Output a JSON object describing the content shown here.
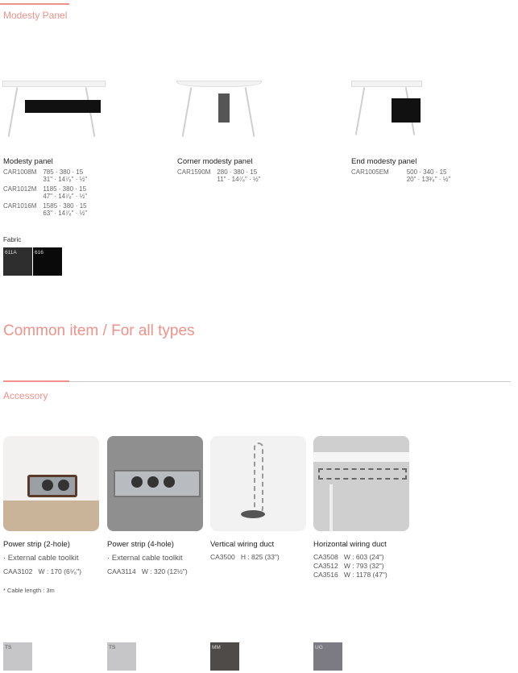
{
  "modesty": {
    "section_title": "Modesty Panel",
    "products": [
      {
        "title": "Modesty panel",
        "rows": [
          {
            "code": "CAR1008M",
            "mm": "785 · 380 · 15",
            "inch": "31\" · 14⁷⁄₈\" · ½\""
          },
          {
            "code": "CAR1012M",
            "mm": "1185 · 380 · 15",
            "inch": "47\" · 14⁷⁄₈\" · ½\""
          },
          {
            "code": "CAR1016M",
            "mm": "1585 · 380 · 15",
            "inch": "63\" · 14⁷⁄₈\" · ½\""
          }
        ]
      },
      {
        "title": "Corner modesty panel",
        "rows": [
          {
            "code": "CAR1590M",
            "mm": "280 · 380 · 15",
            "inch": "11\" · 14⁷⁄₈\" · ½\""
          }
        ]
      },
      {
        "title": "End modesty panel",
        "rows": [
          {
            "code": "CAR1005EM",
            "mm": "500 · 340 · 15",
            "inch": "20\" · 13³⁄₈\" · ½\""
          }
        ]
      }
    ],
    "fabric_label": "Fabric",
    "fabrics": [
      {
        "code": "611A",
        "color": "#2e2e2e"
      },
      {
        "code": "616",
        "color": "#0a0a0a"
      }
    ]
  },
  "common": {
    "title": "Common item / For all types"
  },
  "accessory": {
    "section_title": "Accessory",
    "items": [
      {
        "title": "Power strip (2-hole)",
        "note": "· External cable toolkit",
        "rows": [
          {
            "code": "CAA3102",
            "size": "W : 170 (6⁵⁄₈\")"
          }
        ],
        "footnote": "* Cable length : 3m"
      },
      {
        "title": "Power strip (4-hole)",
        "note": "· External cable toolkit",
        "rows": [
          {
            "code": "CAA3114",
            "size": "W : 320 (12½\")"
          }
        ]
      },
      {
        "title": "Vertical wiring duct",
        "rows": [
          {
            "code": "CA3500",
            "size": "H : 825 (33\")"
          }
        ]
      },
      {
        "title": "Horizontal wiring duct",
        "rows": [
          {
            "code": "CA3508",
            "size": "W : 603 (24\")"
          },
          {
            "code": "CA3512",
            "size": "W : 793 (32\")"
          },
          {
            "code": "CA3516",
            "size": "W : 1178 (47\")"
          }
        ]
      }
    ],
    "swatches": [
      {
        "code": "TS",
        "color": "#c6c6c8"
      },
      {
        "code": "TS",
        "color": "#c6c6c8"
      },
      {
        "code": "MM",
        "color": "#4e4b49"
      },
      {
        "code": "UG",
        "color": "#7c7a82"
      }
    ]
  }
}
